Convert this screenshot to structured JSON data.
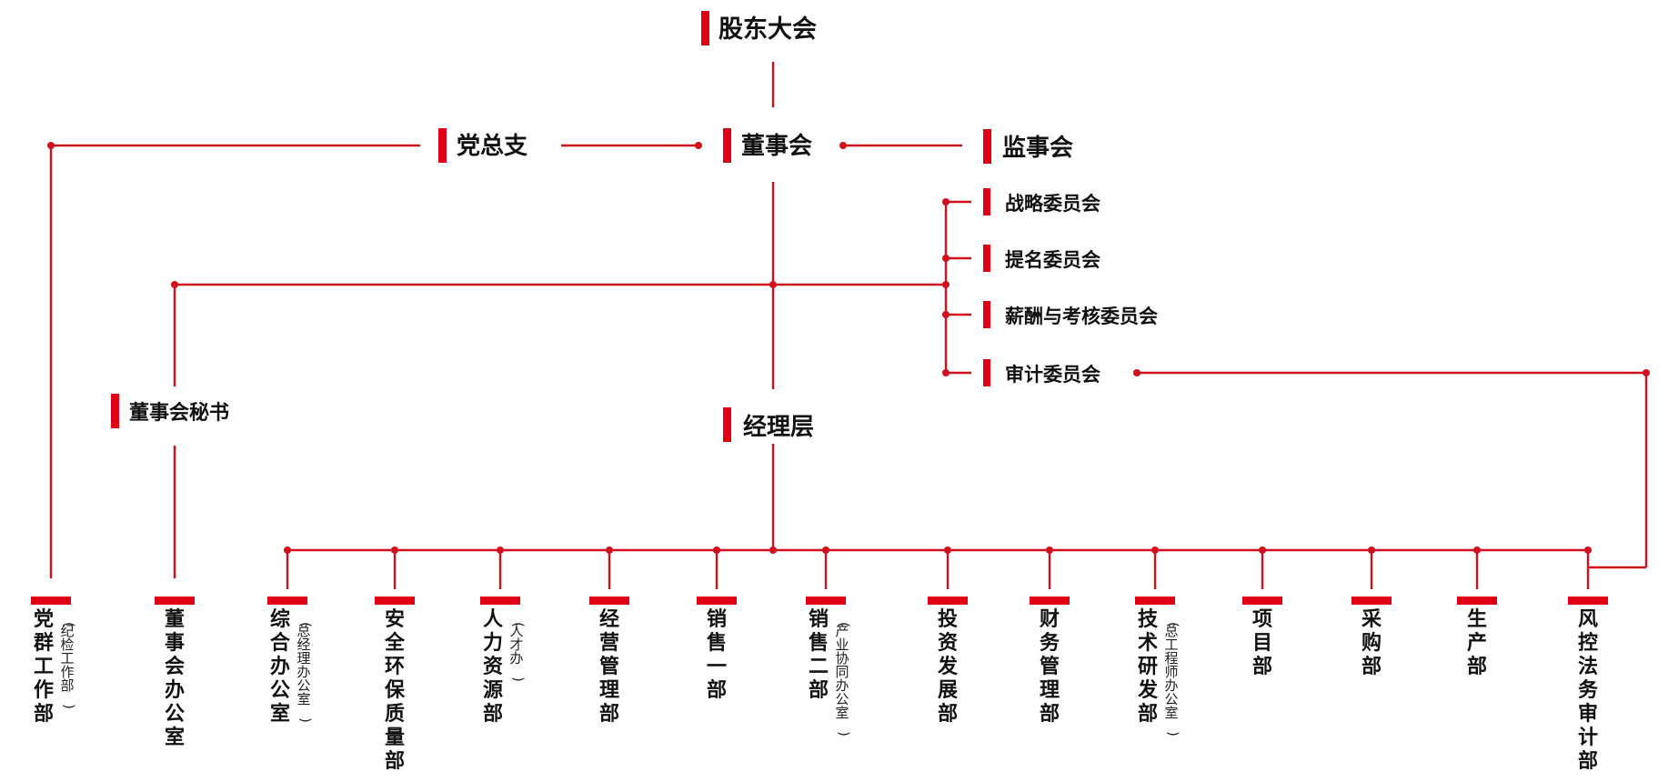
{
  "top": {
    "shareholders": "股东大会",
    "party_branch": "党总支",
    "board": "董事会",
    "supervisors": "监事会",
    "board_secretary": "董事会秘书",
    "management": "经理层"
  },
  "committees": [
    "战略委员会",
    "提名委员会",
    "薪酬与考核委员会",
    "审计委员会"
  ],
  "departments": [
    {
      "name": "党群工作部",
      "note": "（纪检工作部）"
    },
    {
      "name": "董事会办公室",
      "note": ""
    },
    {
      "name": "综合办公室",
      "note": "（总经理办公室）"
    },
    {
      "name": "安全环保质量部",
      "note": ""
    },
    {
      "name": "人力资源部",
      "note": "（人才办）"
    },
    {
      "name": "经营管理部",
      "note": ""
    },
    {
      "name": "销售一部",
      "note": ""
    },
    {
      "name": "销售二部",
      "note": "（产业协同办公室）"
    },
    {
      "name": "投资发展部",
      "note": ""
    },
    {
      "name": "财务管理部",
      "note": ""
    },
    {
      "name": "技术研发部",
      "note": "（总工程师办公室）"
    },
    {
      "name": "项目部",
      "note": ""
    },
    {
      "name": "采购部",
      "note": ""
    },
    {
      "name": "生产部",
      "note": ""
    },
    {
      "name": "风控法务审计部",
      "note": ""
    }
  ],
  "colors": {
    "accent": "#e00015",
    "line": "#d0101c",
    "text": "#111111"
  }
}
